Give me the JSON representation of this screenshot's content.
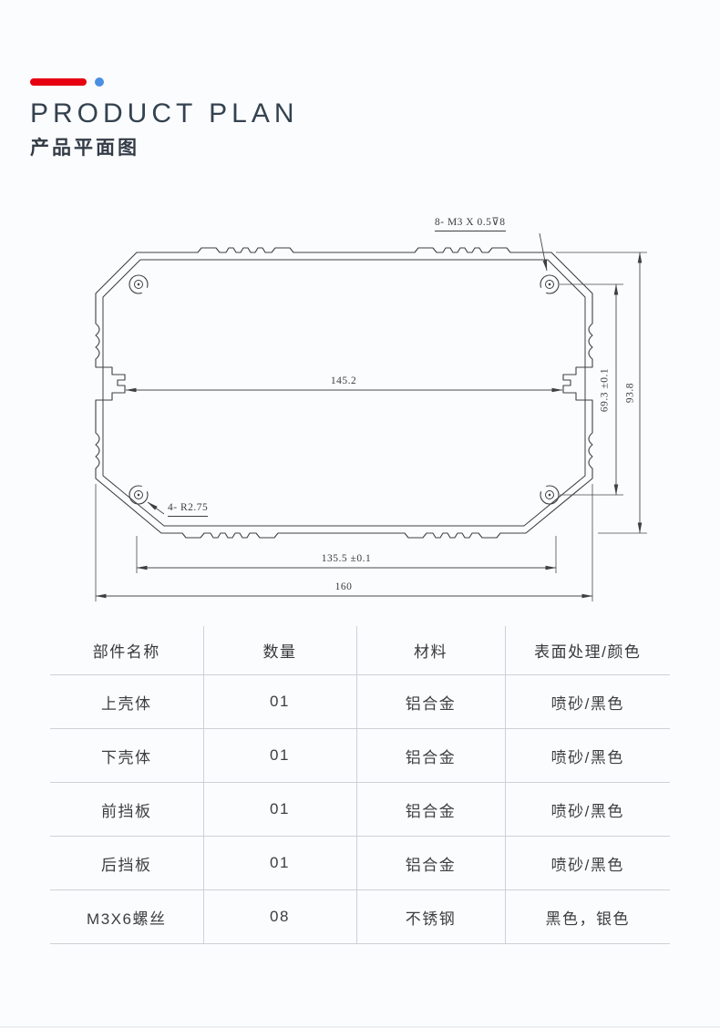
{
  "header": {
    "accent_bar_color": "#e60012",
    "accent_dot_color": "#4a90e2",
    "title_en": "PRODUCT PLAN",
    "title_zh": "产品平面图",
    "title_color": "#34424f"
  },
  "drawing": {
    "line_color": "#3f3f3f",
    "annotations": {
      "thread_callout": "8- M3 X 0.5⊽8",
      "corner_radius_callout": "4- R2.75"
    },
    "dimensions": {
      "inner_width": "145.2",
      "boss_span_height": "69.3 ±0.1",
      "total_height": "93.8",
      "bottom_inner_width": "135.5 ±0.1",
      "total_width": "160"
    }
  },
  "table": {
    "headers": [
      "部件名称",
      "数量",
      "材料",
      "表面处理/颜色"
    ],
    "rows": [
      [
        "上壳体",
        "01",
        "铝合金",
        "喷砂/黑色"
      ],
      [
        "下壳体",
        "01",
        "铝合金",
        "喷砂/黑色"
      ],
      [
        "前挡板",
        "01",
        "铝合金",
        "喷砂/黑色"
      ],
      [
        "后挡板",
        "01",
        "铝合金",
        "喷砂/黑色"
      ],
      [
        "M3X6螺丝",
        "08",
        "不锈钢",
        "黑色，银色"
      ]
    ]
  }
}
